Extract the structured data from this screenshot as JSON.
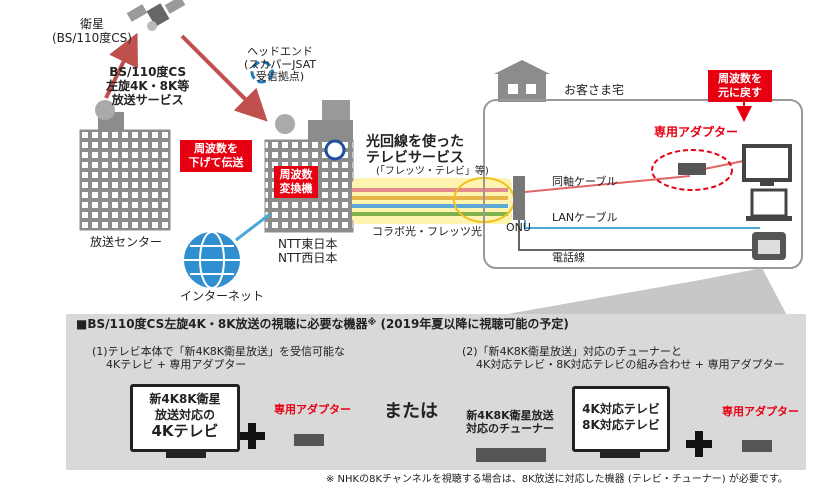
{
  "nodes": {
    "satellite_label": "衛星",
    "satellite_sub": "(BS/110度CS)",
    "broadcast_center": "放送センター",
    "internet": "インターネット",
    "ntt_line1": "NTT東日本",
    "ntt_line2": "NTT西日本",
    "headend_line1": "ヘッドエンド",
    "headend_line2": "(スカパーJSAT",
    "headend_line3": "受信拠点)",
    "home": "お客さま宅",
    "onu": "ONU",
    "coaxial": "同軸ケーブル",
    "lan": "LANケーブル",
    "phone_line": "電話線",
    "optical_brand": "コラボ光・フレッツ光"
  },
  "flows": {
    "bs_line1": "BS/110度CS",
    "bs_line2": "左旋4K・8K等",
    "bs_line3": "放送サービス",
    "optical_title_line1": "光回線を使った",
    "optical_title_line2": "テレビサービス",
    "optical_sub": "(「フレッツ・テレビ」等)"
  },
  "badges": {
    "lower_freq_line1": "周波数を",
    "lower_freq_line2": "下げて伝送",
    "converter_line1": "周波数",
    "converter_line2": "変換機",
    "restore_line1": "周波数を",
    "restore_line2": "元に戻す",
    "adapter": "専用アダプター"
  },
  "panel": {
    "title": "■BS/110度CS左旋4K・8K放送の視聴に必要な機器",
    "title_mark": "※",
    "title_note": "(2019年夏以降に視聴可能の予定)",
    "option1_line1": "(1)テレビ本体で「新4K8K衛星放送」を受信可能な",
    "option1_line2": "4Kテレビ + 専用アダプター",
    "option2_line1": "(2)「新4K8K衛星放送」対応のチューナーと",
    "option2_line2": "4K対応テレビ・8K対応テレビの組み合わせ + 専用アダプター",
    "tv1_line1": "新4K8K衛星",
    "tv1_line2": "放送対応の",
    "tv1_line3": "4Kテレビ",
    "or": "または",
    "tuner_line1": "新4K8K衛星放送",
    "tuner_line2": "対応のチューナー",
    "tv2_line1": "4K対応テレビ",
    "tv2_line2": "8K対応テレビ",
    "adapter1": "専用アダプター",
    "adapter2": "専用アダプター"
  },
  "footnote": "※ NHKの8Kチャンネルを視聴する場合は、8K放送に対応した機器 (テレビ・チューナー) が必要です。",
  "colors": {
    "accent_red": "#e60012",
    "optical_band": "#fff3b0",
    "panel_gray": "#d9d9d9",
    "building_gray": "#8c8c8c"
  }
}
